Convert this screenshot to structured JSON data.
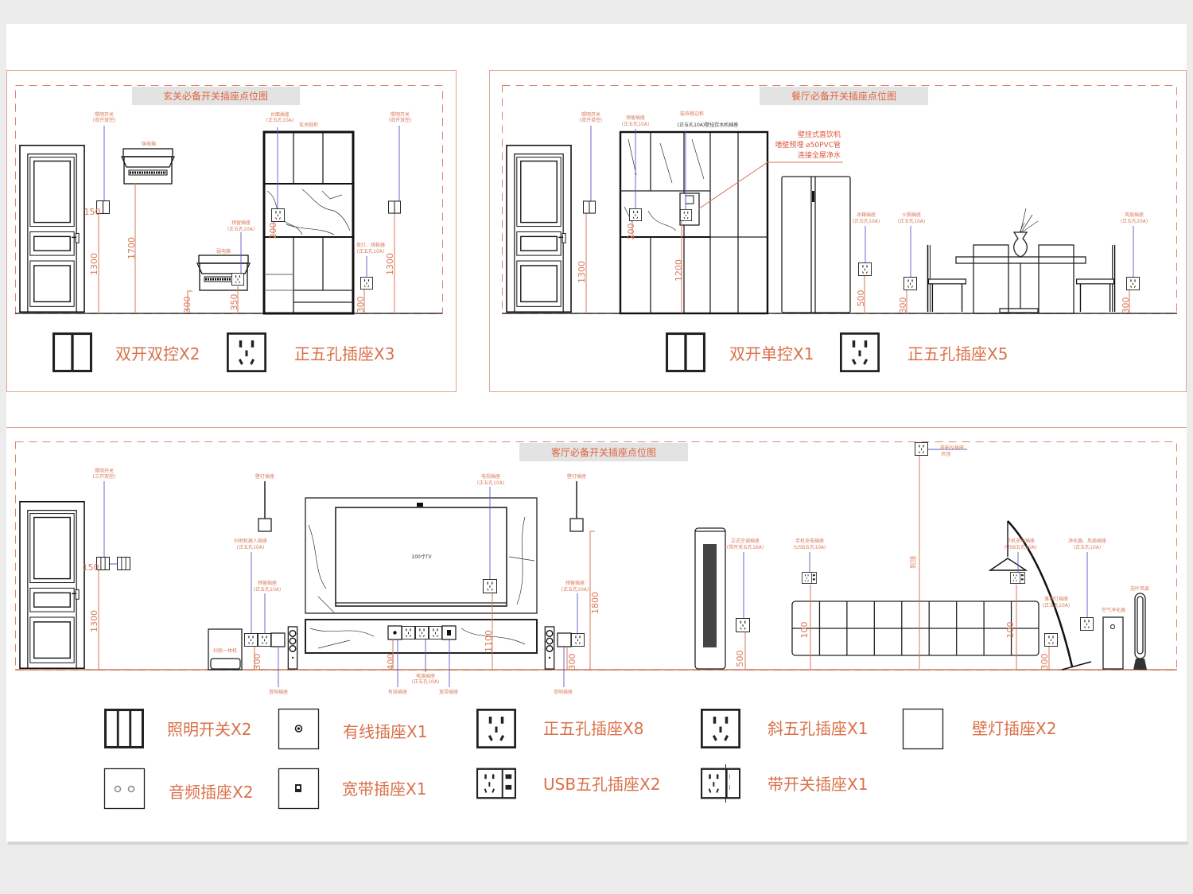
{
  "colors": {
    "accent": "#d9795a",
    "title": "#e0623c",
    "leader": "#5a5ac8",
    "ink": "#222222"
  },
  "entrance": {
    "title": "玄关必备开关插座点位图",
    "labels": {
      "light_switch_1": "照明开关",
      "light_switch_1_sub": "(双开双控)",
      "strong_box": "强电箱",
      "counter_outlet": "台面插座",
      "counter_outlet_sub": "(正五孔10A)",
      "shoe_cabinet": "玄关鞋柜",
      "light_switch_2": "照明开关",
      "light_switch_2_sub": "(双开双控)",
      "reserved_outlet": "预留插座",
      "reserved_outlet_sub": "(正五孔10A)",
      "weak_box": "弱电箱",
      "night_light": "夜灯、烘鞋器",
      "night_light_sub": "(正五孔10A)"
    },
    "dims": {
      "d150": "150",
      "d1300a": "1300",
      "d1700": "1700",
      "d300a": "300",
      "d350": "350",
      "d200": "200",
      "d300b": "300",
      "d1300b": "1300"
    },
    "legend": [
      {
        "icon": "double-switch-icon",
        "label": "双开双控X2"
      },
      {
        "icon": "five-hole-outlet-icon",
        "label": "正五孔插座X3"
      }
    ]
  },
  "dining": {
    "title": "餐厅必备开关插座点位图",
    "labels": {
      "light_switch": "照明开关",
      "light_switch_sub": "(双开单控)",
      "reserved_outlet": "预留插座",
      "reserved_outlet_sub": "(正五孔10A)",
      "sideboard": "装饰餐边柜",
      "dispenser_outlet": "(正五孔10A)壁挂饮水机插座",
      "note_1": "壁挂式直饮机",
      "note_2": "墙壁预埋 ⌀50PVC管",
      "note_3": "连接全屋净水",
      "fridge_outlet": "冰箱插座",
      "fridge_outlet_sub": "(正五孔10A)",
      "hotpot_outlet": "火锅插座",
      "hotpot_outlet_sub": "(正五孔10A)",
      "fan_outlet": "风扇插座",
      "fan_outlet_sub": "(正五孔10A)"
    },
    "dims": {
      "d1300": "1300",
      "d200": "200",
      "d1200": "1200",
      "d500": "500",
      "d300a": "300",
      "d300b": "300"
    },
    "legend": [
      {
        "icon": "double-switch-icon",
        "label": "双开单控X1"
      },
      {
        "icon": "five-hole-outlet-icon",
        "label": "正五孔插座X5"
      }
    ]
  },
  "living": {
    "title": "客厅必备开关插座点位图",
    "labels": {
      "light_switch": "照明开关",
      "light_switch_sub": "(三开双控)",
      "wall_lamp_1": "壁灯插座",
      "robot_outlet": "扫地机器人插座",
      "robot_outlet_sub": "(正五孔10A)",
      "reserved_1": "预留插座",
      "reserved_1_sub": "(正五孔10A)",
      "robot": "扫拖一体机",
      "audio_1": "音响插座",
      "tv_outlet": "电视插座",
      "tv_outlet_sub": "(正五孔10A)",
      "tv": "100寸TV",
      "power_outlet": "电源插座",
      "power_outlet_sub": "(正五孔10A)",
      "cable_outlet": "有线插座",
      "broadband_outlet": "宽带插座",
      "wall_lamp_2": "壁灯插座",
      "reserved_2": "预留插座",
      "reserved_2_sub": "(正五孔10A)",
      "audio_2": "音响插座",
      "ac_outlet": "立式空调插座",
      "ac_outlet_sub": "(带开关五孔16A)",
      "phone_outlet_1": "手机充电插座",
      "phone_outlet_1_sub": "(USB五孔10A)",
      "projector_outlet": "投影仪插座",
      "projector_outlet_sub": "吊顶",
      "to_ceiling": "到顶",
      "phone_outlet_2": "手机充电插座",
      "phone_outlet_2_sub": "(USB五孔10A)",
      "purifier_outlet": "净化器、风扇插座",
      "purifier_outlet_sub": "(正五孔10A)",
      "floor_lamp_outlet": "落地灯插座",
      "floor_lamp_outlet_sub": "(正五孔10A)",
      "air_purifier": "空气净化器",
      "bladeless_fan": "无叶风扇"
    },
    "dims": {
      "d150": "150",
      "d1300": "1300",
      "d300a": "300",
      "d400": "400",
      "d1100": "1100",
      "d1800": "1800",
      "d300b": "300",
      "d500": "500",
      "d100a": "100",
      "d100b": "100",
      "d300c": "300"
    },
    "legend": [
      {
        "icon": "triple-switch-icon",
        "label": "照明开关X2"
      },
      {
        "icon": "cable-tv-outlet-icon",
        "label": "有线插座X1"
      },
      {
        "icon": "five-hole-outlet-icon",
        "label": "正五孔插座X8"
      },
      {
        "icon": "slanted-five-hole-outlet-icon",
        "label": "斜五孔插座X1"
      },
      {
        "icon": "wall-lamp-outlet-icon",
        "label": "壁灯插座X2"
      },
      {
        "icon": "audio-outlet-icon",
        "label": "音频插座X2"
      },
      {
        "icon": "broadband-outlet-icon",
        "label": "宽带插座X1"
      },
      {
        "icon": "usb-outlet-icon",
        "label": "USB五孔插座X2"
      },
      {
        "icon": "switched-outlet-icon",
        "label": "带开关插座X1"
      }
    ]
  }
}
